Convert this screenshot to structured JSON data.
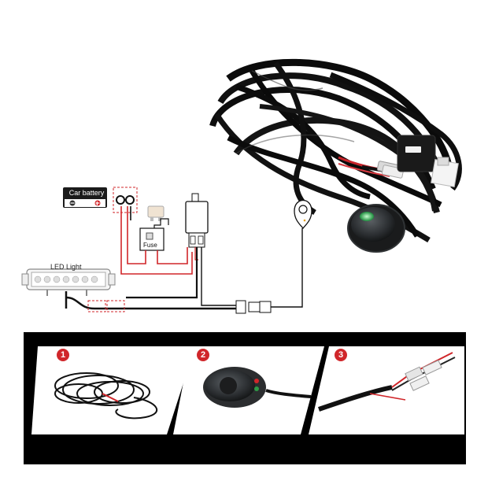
{
  "diagram": {
    "battery_label": "Car battery",
    "led_label": "LED Light",
    "fuse_label": "Fuse"
  },
  "steps": [
    {
      "number": "1"
    },
    {
      "number": "2"
    },
    {
      "number": "3"
    }
  ],
  "colors": {
    "accent_red": "#d0262a",
    "wire_black": "#111111",
    "wire_red": "#d9262a",
    "panel_black": "#000000"
  }
}
